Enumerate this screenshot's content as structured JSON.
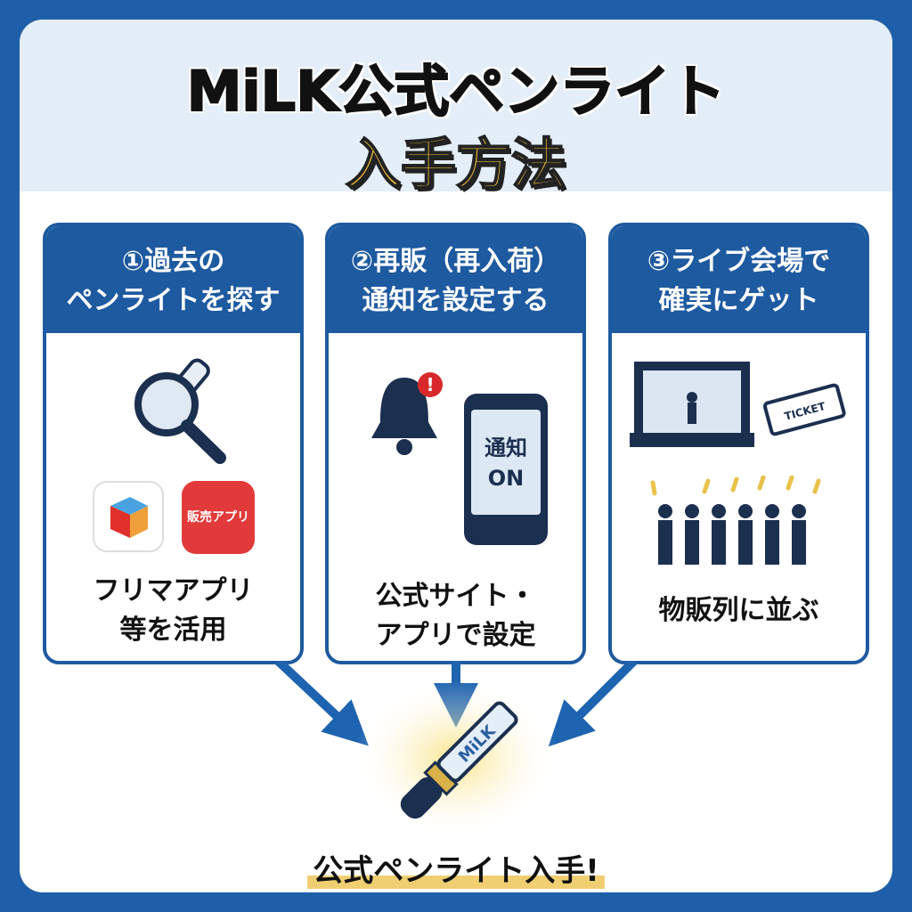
{
  "title": {
    "line1": "MiLK公式ペンライト",
    "line2": "入手方法"
  },
  "cards": [
    {
      "heading_line1": "①過去の",
      "heading_line2": "ペンライトを探す",
      "caption_line1": "フリマアプリ",
      "caption_line2": "等を活用",
      "app_label": "販売アプリ"
    },
    {
      "heading_line1": "②再販（再入荷）",
      "heading_line2": "通知を設定する",
      "caption_line1": "公式サイト・",
      "caption_line2": "アプリで設定",
      "phone_line1": "通知",
      "phone_line2": "ON"
    },
    {
      "heading_line1": "③ライブ会場で",
      "heading_line2": "確実にゲット",
      "caption_line1": "物販列に並ぶ",
      "ticket_label": "TICKET"
    }
  ],
  "penlight_label": "MiLK",
  "result": "公式ペンライト入手!",
  "colors": {
    "border": "#1f5fa9",
    "card_header": "#1e5aa0",
    "gold": "#e9b93a",
    "header_bg": "#e4eef8"
  }
}
